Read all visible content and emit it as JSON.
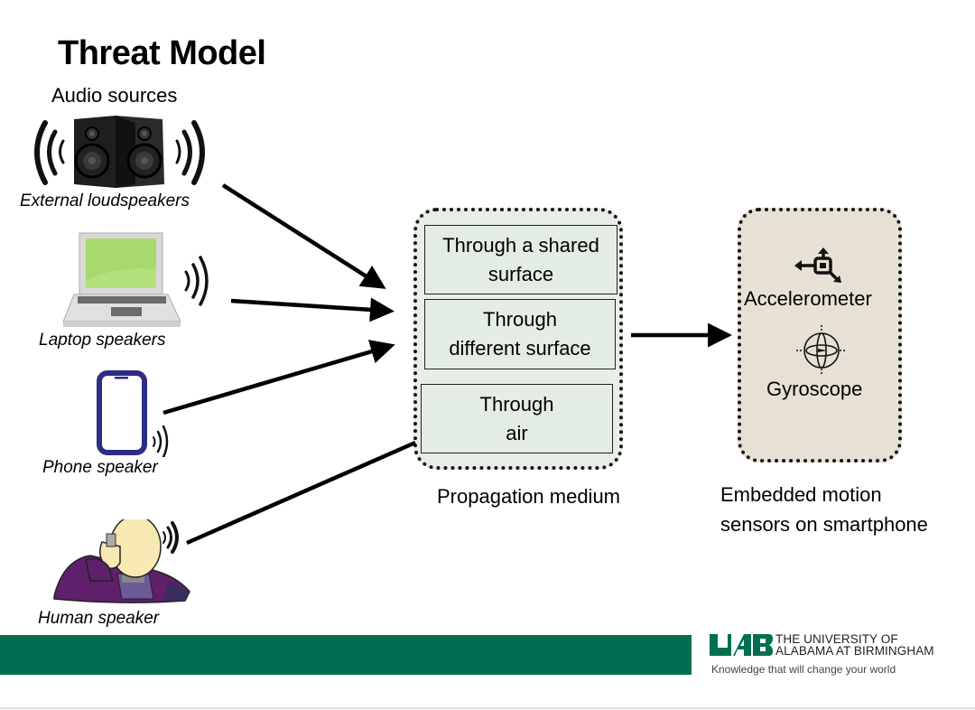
{
  "slide": {
    "title": "Threat Model"
  },
  "sources": {
    "heading": "Audio sources",
    "items": [
      {
        "label": "External loudspeakers",
        "icon": "loudspeakers-icon"
      },
      {
        "label": "Laptop speakers",
        "icon": "laptop-icon"
      },
      {
        "label": "Phone speaker",
        "icon": "smartphone-icon"
      },
      {
        "label": "Human speaker",
        "icon": "human-on-phone-icon"
      }
    ]
  },
  "medium": {
    "caption": "Propagation medium",
    "items": [
      {
        "line1": "Through a shared",
        "line2": "surface"
      },
      {
        "line1": "Through",
        "line2": "different surface"
      },
      {
        "line1": "Through",
        "line2": "air"
      }
    ],
    "fill_color": "#e7eee5"
  },
  "sensors": {
    "caption_line1": "Embedded motion",
    "caption_line2": "sensors on smartphone",
    "items": [
      {
        "label": "Accelerometer",
        "icon": "accelerometer-icon"
      },
      {
        "label": "Gyroscope",
        "icon": "gyroscope-icon"
      }
    ],
    "fill_color": "#e6e1d4"
  },
  "footer": {
    "band_color": "#006f51",
    "logo_text": "UAB",
    "university_line1": "THE UNIVERSITY OF",
    "university_line2": "ALABAMA AT BIRMINGHAM",
    "tagline": "Knowledge that will change your world"
  }
}
